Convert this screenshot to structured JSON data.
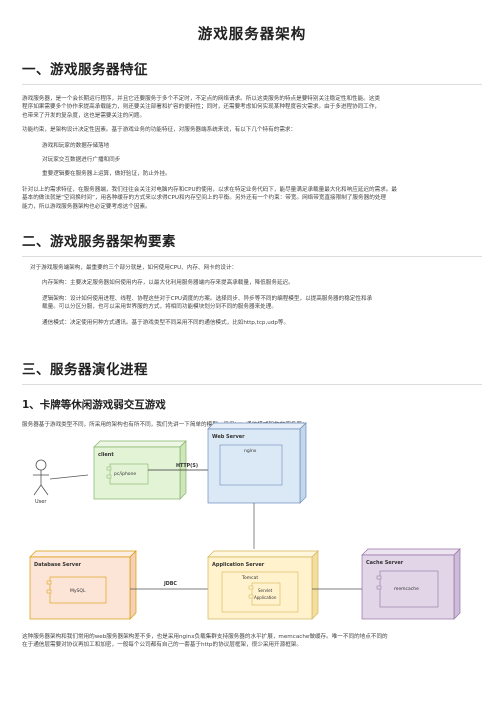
{
  "doc": {
    "title": "游戏服务器架构",
    "section1": {
      "heading": "一、游戏服务器特征",
      "p1_l1": "游戏服务器，是一个会长期运行程序，并且它还要服务于多个不定时，不定点的网络请求。所以这类服务的特点是要特别关注稳定性和性能。这类",
      "p1_l2": "程序如果需要多个协作来提高承载能力，则还要关注部署和扩容的便利性；同时，还需要考虑如何实现某种程度容灾需求。由于多进程协同工作，",
      "p1_l3": "也带来了开发的复杂度，这也是需要关注的问题。",
      "p2": "功能约束，是架构设计决定性因素。基于游戏业务的功能特征，对服务器端系统来说，有以下几个特有的需求：",
      "req1": "游戏和玩家的数据存储落地",
      "req2": "对玩家交互数据进行广播和同步",
      "req3": "重要逻辑要在服务器上运算，做好验证，防止外挂。",
      "p3_l1": "针对以上的需求特征，在服务器端，我们往往会关注对电脑内存和CPU的使用，以求在特定业务代码下，能尽量满足承载量最大化和响应延迟的需求。最",
      "p3_l2": "基本的做法就是“空间换时间”，用各种缓存的方式来以求得CPU和内存空间上的平衡。另外还有一个约束：带宽。网络带宽直接限制了服务器的处理",
      "p3_l3": "能力，所以游戏服务器架构也必定要考虑这个因素。"
    },
    "section2": {
      "heading": "二、游戏服务器架构要素",
      "intro": "对于游戏服务端架构，最重要的三个部分就是，如何使用CPU、内存、网卡的设计：",
      "item1": "内存架构：主要决定服务器如何使用内存，以最大化利用服务器端内存来提高承载量，降低服务延迟。",
      "item2_l1": "逻辑架构：设计如何使用进程、线程、协程这些对于CPU调度的方案。选择同步、异步等不同的编程模型，以提高服务器的稳定性和承",
      "item2_l2": "载量。可以分区分服，也可以采用世界服的方式，将相同功能模块划分到不同的服务器来处理。",
      "item3": "通信模式：决定使用何种方式通讯。基于游戏类型不同采用不同的通信模式，比如http,tcp,udp等。"
    },
    "section3": {
      "heading": "三、服务器演化进程",
      "sub1": "1、卡牌等休闲游戏弱交互游戏",
      "sub1_p": "服务器基于游戏类型不同，所采用的架构也有所不同，我们先讲一下简单的模型，采用http通信模式架构的服务器：",
      "bottom_l1": "这种服务器架构和我们常用的web服务器架构差不多，也是采用nginx负载集群支持服务器的水平扩展，memcache做缓存。唯一不同的地点不同的",
      "bottom_l2": "在于通信层需要对协议再加工和加密，一般每个公司都有自己的一套基于http的协议层框架，很少采用开源框架。"
    }
  },
  "diagram": {
    "client_label": "client",
    "pcphone_label": "pc/iphone",
    "user_label": "User",
    "http_label": "HTTP(S)",
    "webserver_label": "Web Server",
    "nginx_label": "nginx",
    "appserver_label": "Application Server",
    "tomcat_label": "Tomcat",
    "servlet_label1": "Servlet",
    "servlet_label2": "Application",
    "dbserver_label": "Database Server",
    "mysql_label": "MySQL",
    "jdbc_label": "JDBC",
    "cacheserver_label": "Cache Server",
    "memcache_label": "memcache",
    "colors": {
      "client_fill": "#e3f3d6",
      "client_stroke": "#82b366",
      "web_fill": "#dbe8f5",
      "web_stroke": "#6c8ebf",
      "app_fill": "#fff2cc",
      "app_stroke": "#d6b656",
      "db_fill": "#fce4d6",
      "db_stroke": "#d79b00",
      "cache_fill": "#e1d5e7",
      "cache_stroke": "#9673a6"
    }
  }
}
